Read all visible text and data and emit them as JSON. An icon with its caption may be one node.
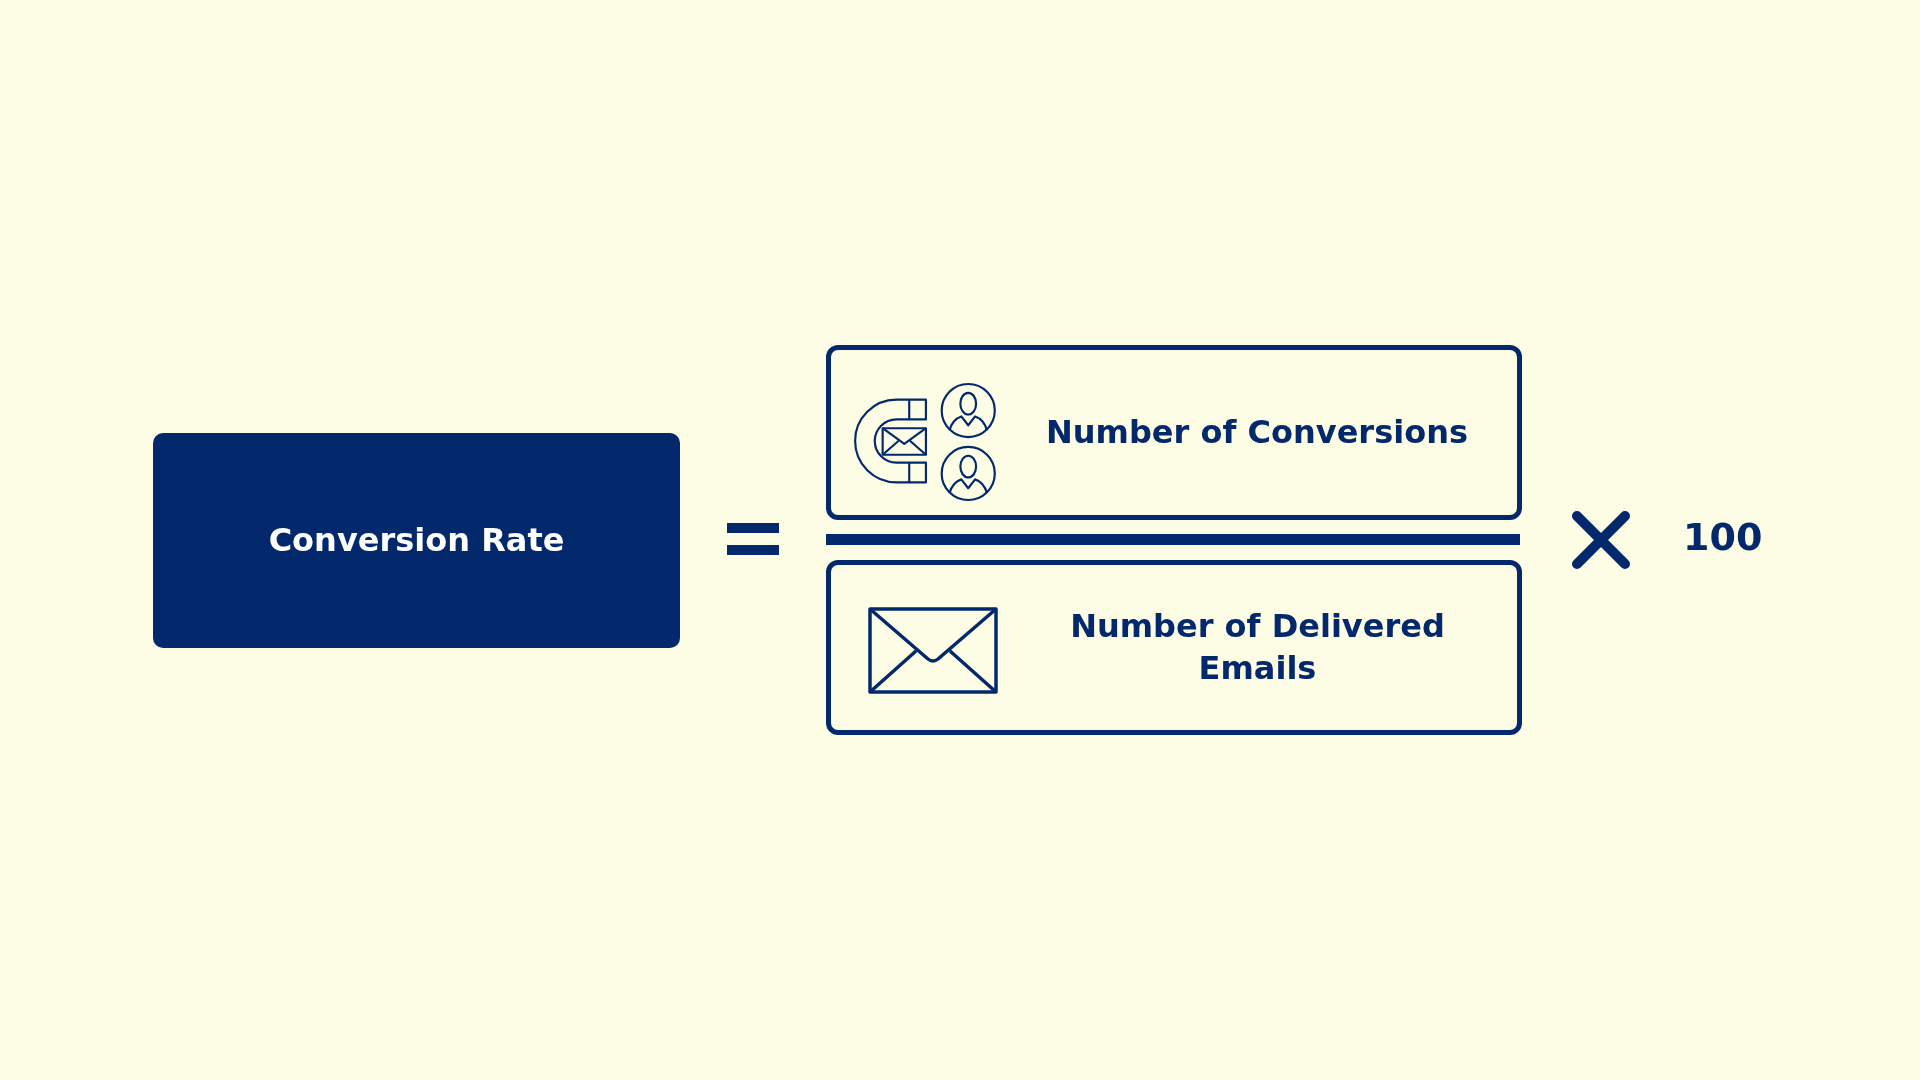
{
  "diagram": {
    "nodes": [
      {
        "text": [
          "Conversion Rate"
        ]
      },
      {
        "text": [
          "Number of Conversions"
        ]
      },
      {
        "text": [
          "Number of Delivered Emails"
        ]
      }
    ],
    "labels": [
      "100"
    ]
  }
}
